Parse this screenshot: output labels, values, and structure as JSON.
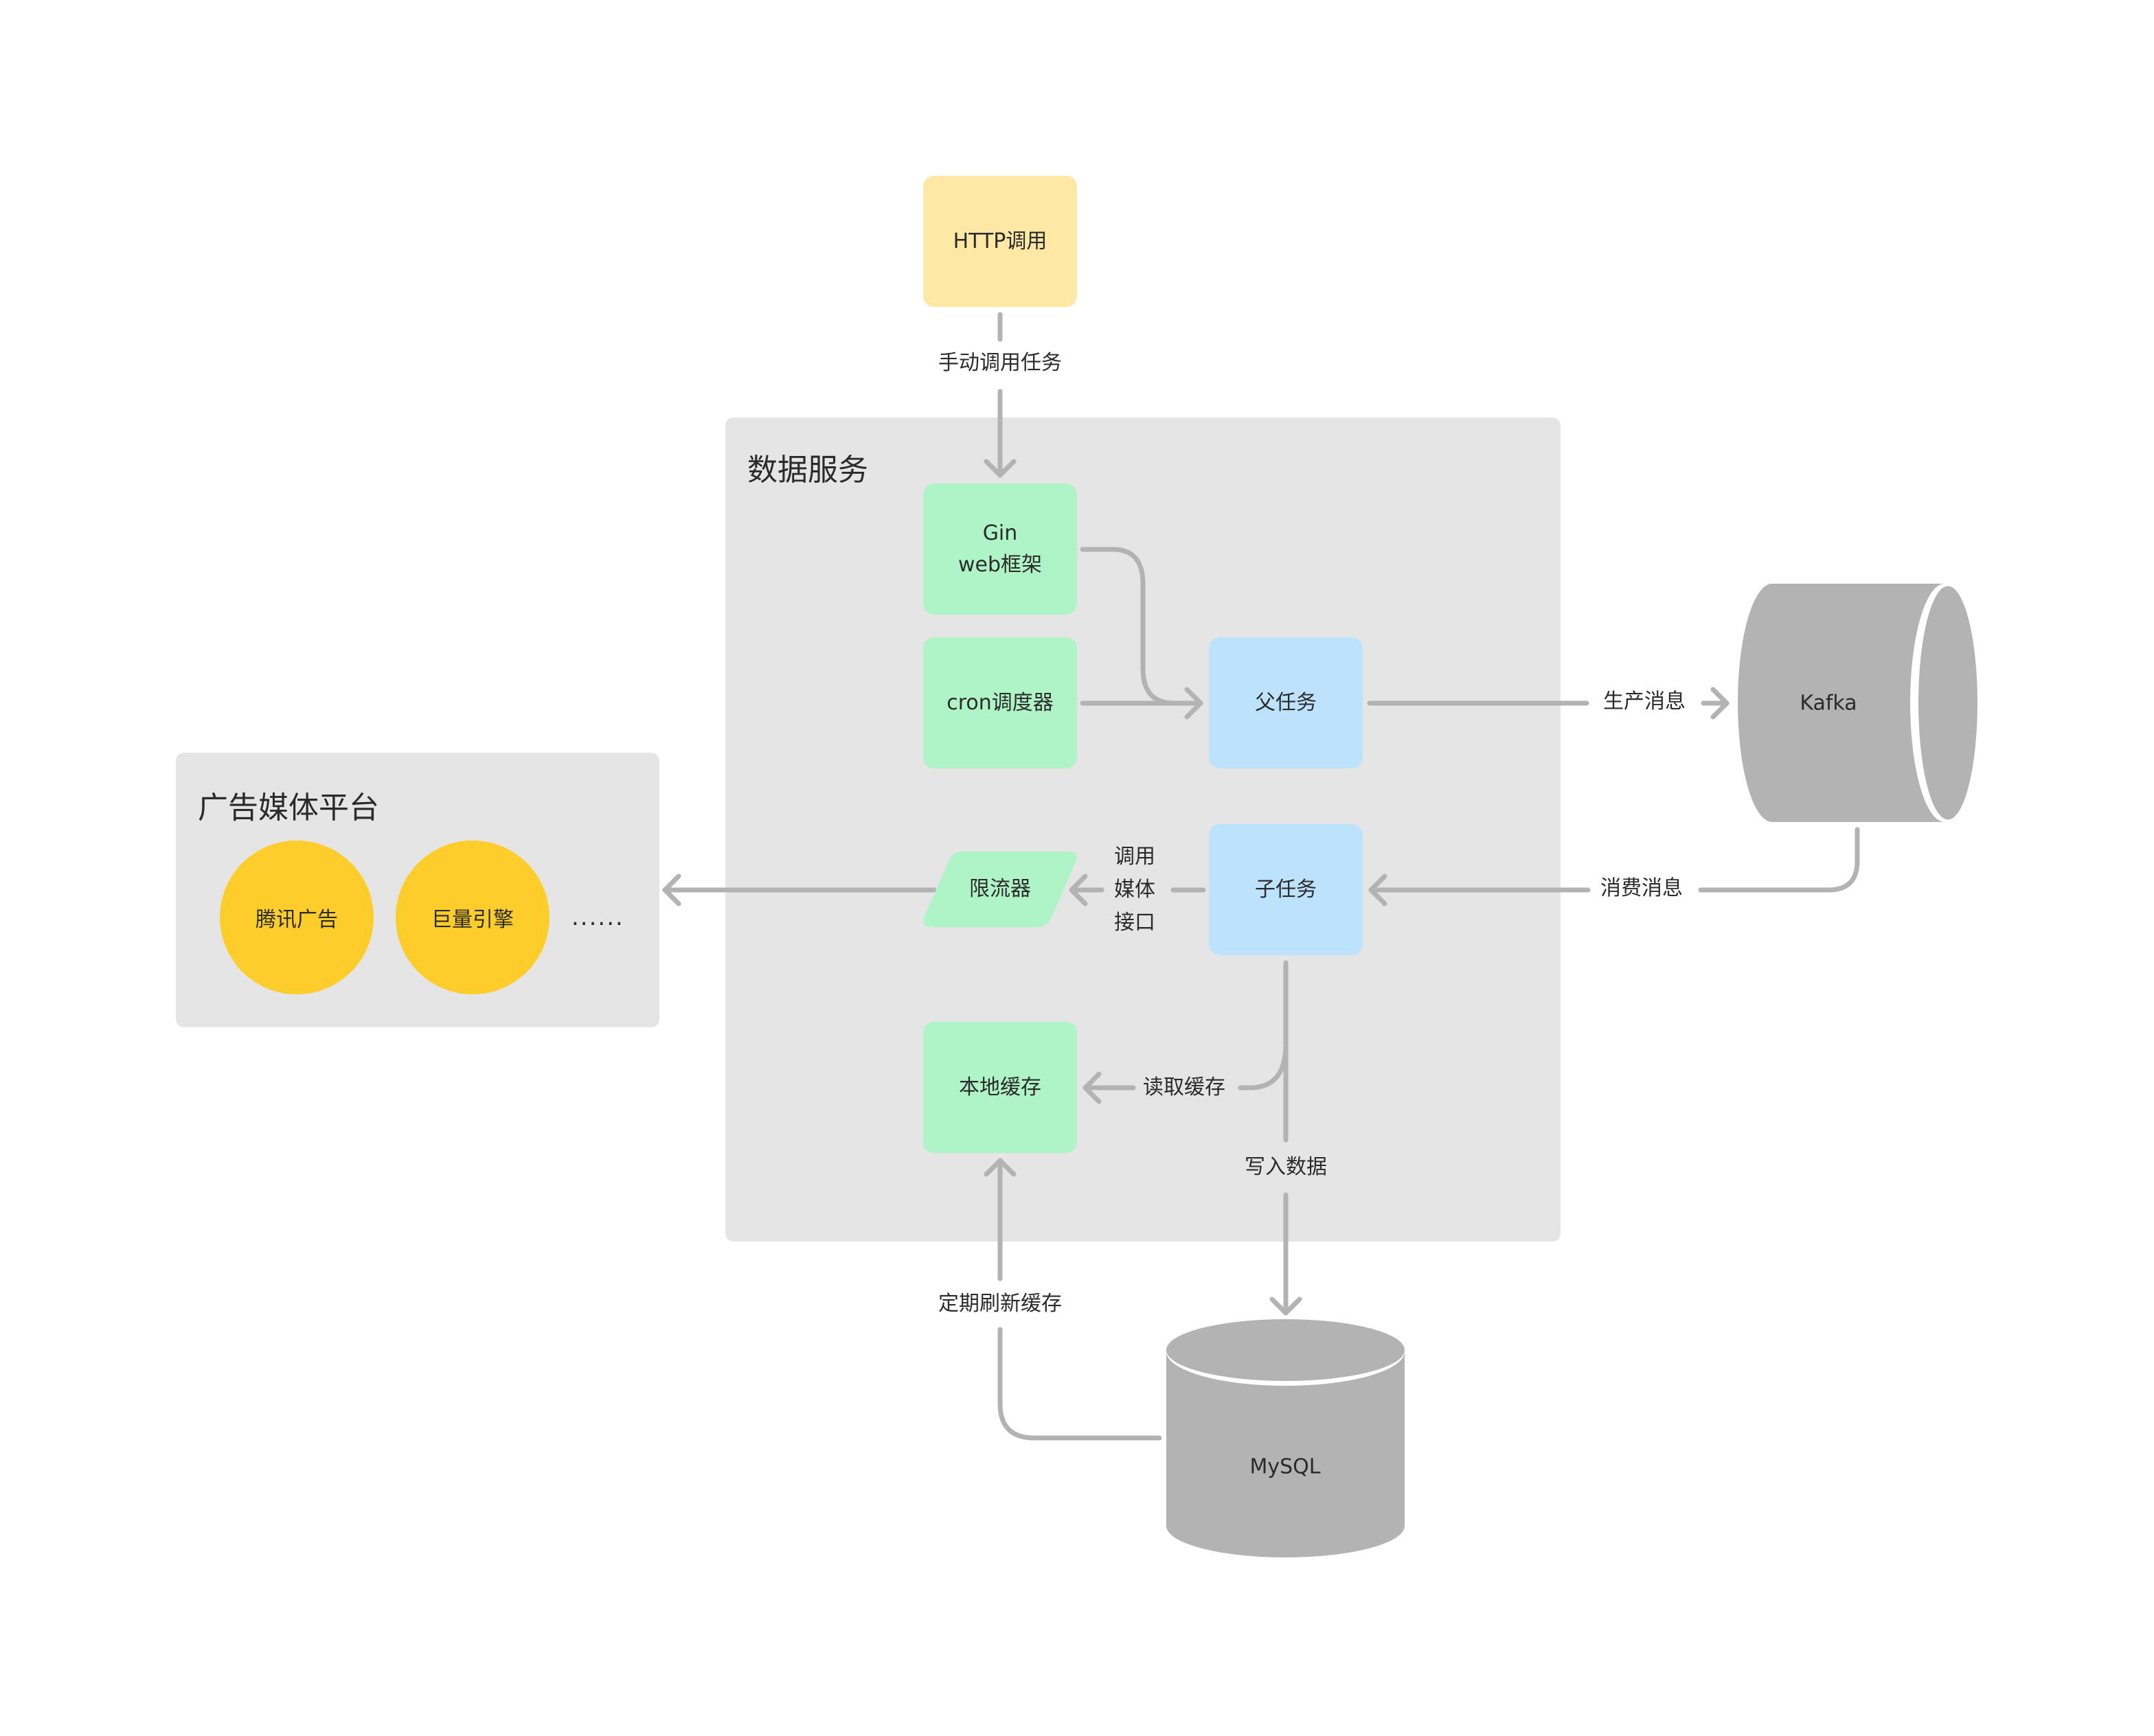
{
  "colors": {
    "container_bg": "#e5e5e5",
    "process_green": "#aff4c6",
    "task_blue": "#bde3fc",
    "entry_yellow": "#fee8a4",
    "platform_yellow": "#fdcd2b",
    "storage_gray": "#b3b3b3",
    "edge_gray": "#b3b3b3",
    "text": "#2b2b2b"
  },
  "nodes": {
    "http": "HTTP调用",
    "gin_line1": "Gin",
    "gin_line2": "web框架",
    "cron": "cron调度器",
    "parent_task": "父任务",
    "child_task": "子任务",
    "rate_limiter": "限流器",
    "local_cache": "本地缓存",
    "kafka": "Kafka",
    "mysql": "MySQL"
  },
  "containers": {
    "data_service": "数据服务",
    "ad_platform": "广告媒体平台"
  },
  "platforms": [
    {
      "label": "腾讯广告"
    },
    {
      "label": "巨量引擎"
    }
  ],
  "platforms_more": "......",
  "edge_labels": {
    "manual_invoke": "手动调用任务",
    "produce": "生产消息",
    "consume": "消费消息",
    "call_media_line1": "调用",
    "call_media_line2": "媒体",
    "call_media_line3": "接口",
    "read_cache": "读取缓存",
    "write_data": "写入数据",
    "refresh_cache": "定期刷新缓存"
  }
}
